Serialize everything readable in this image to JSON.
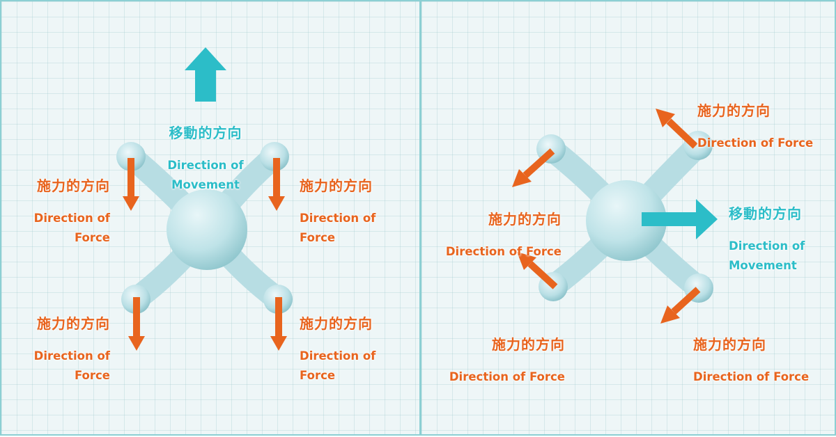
{
  "colors": {
    "force": "#e8641e",
    "movement": "#2cbdc8",
    "drone_body": "#c7e6ea",
    "grid_background": "#eef6f7",
    "panel_border": "#8ccfd3"
  },
  "left_panel": {
    "movement_label": {
      "zh": "移動的方向",
      "en": "Direction of\nMovement"
    },
    "force_labels": [
      {
        "position": "top-left",
        "zh": "施力的方向",
        "en": "Direction of\nForce"
      },
      {
        "position": "top-right",
        "zh": "施力的方向",
        "en": "Direction of\nForce"
      },
      {
        "position": "bottom-left",
        "zh": "施力的方向",
        "en": "Direction of\nForce"
      },
      {
        "position": "bottom-right",
        "zh": "施力的方向",
        "en": "Direction of\nForce"
      }
    ],
    "movement_arrow_icon": "arrow-up",
    "force_arrow_icon": "arrow-down"
  },
  "right_panel": {
    "movement_label": {
      "zh": "移動的方向",
      "en": "Direction of\nMovement"
    },
    "force_labels": [
      {
        "position": "top-right",
        "zh": "施力的方向",
        "en": "Direction of Force"
      },
      {
        "position": "middle-left",
        "zh": "施力的方向",
        "en": "Direction of Force"
      },
      {
        "position": "bottom-left",
        "zh": "施力的方向",
        "en": "Direction of Force"
      },
      {
        "position": "bottom-right",
        "zh": "施力的方向",
        "en": "Direction of Force"
      }
    ],
    "movement_arrow_icon": "arrow-right",
    "force_arrow_icon": "arrow-diagonal"
  }
}
